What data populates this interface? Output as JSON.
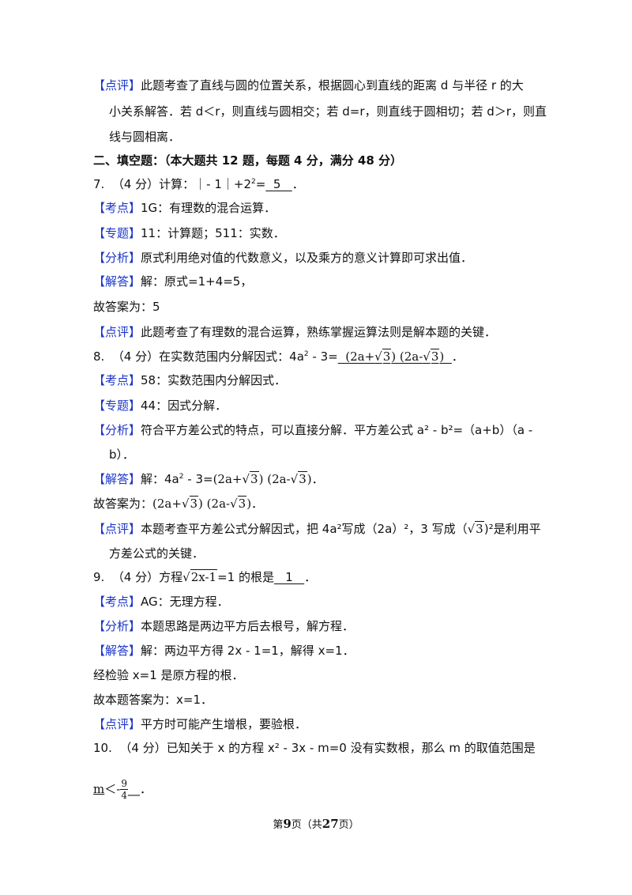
{
  "labels": {
    "comment": "【点评】",
    "point": "【考点】",
    "topic": "【专题】",
    "analysis": "【分析】",
    "solution": "【解答】"
  },
  "prev": {
    "comment_l1": "此题考查了直线与圆的位置关系，根据圆心到直线的距离 d 与半径 r 的大",
    "comment_l2": "小关系解答．若 d＜r，则直线与圆相交；若 d=r，则直线于圆相切；若 d＞r，则直",
    "comment_l3": "线与圆相离．"
  },
  "section_heading": "二、填空题：（本大题共 12 题，每题 4 分，满分 48 分）",
  "q7": {
    "stem_a": "7.  （4 分）计算：｜- 1｜+2",
    "stem_sup": "2",
    "stem_b": "=",
    "answer": "  5   ",
    "stem_end": "．",
    "point": "1G：有理数的混合运算．",
    "topic": "11：计算题；511：实数．",
    "analysis": "原式利用绝对值的代数意义，以及乘方的意义计算即可求出值．",
    "solution": "解：原式=1+4=5，",
    "final": "故答案为：5",
    "comment": "此题考查了有理数的混合运算，熟练掌握运算法则是解本题的关键．"
  },
  "q8": {
    "stem_a": "8.  （4 分）在实数范围内分解因式：4a",
    "stem_sup": "2",
    "stem_b": " - 3=",
    "ans_open": "  (2a+",
    "ans_mid": ") (2a-",
    "ans_close": ")  ",
    "radicand": "3",
    "stem_end": "．",
    "point": "58：实数范围内分解因式．",
    "topic": "44：因式分解．",
    "analysis_l1": "符合平方差公式的特点，可以直接分解．平方差公式 a² - b²=（a+b）（a -",
    "analysis_l2": "b）．",
    "solution_a": "解：4a",
    "solution_sup": "2",
    "solution_b": " - 3=",
    "sol_open": "(2a+",
    "sol_mid": ") (2a-",
    "sol_close": ")",
    "final_a": "故答案为：",
    "final_open": "(2a+",
    "final_mid": ") (2a-",
    "final_close": ")",
    "comment_a": "本题考查平方差公式分解因式，把 4a²写成（2a）²，3 写成（",
    "comment_b": ")²是利用平",
    "comment_l2": "方差公式的关键．"
  },
  "q9": {
    "stem_a": "9.  （4 分）方程",
    "radicand": "2x-1",
    "stem_b": "=1 的根是",
    "answer": "   1   ",
    "stem_end": "．",
    "point": "AG：无理方程．",
    "analysis": "本题思路是两边平方后去根号，解方程．",
    "solution": "解：两边平方得 2x - 1=1，解得 x=1．",
    "check": "经检验 x=1 是原方程的根．",
    "final": "故本题答案为：x=1．",
    "comment": "平方时可能产生增根，要验根．"
  },
  "q10": {
    "stem": "10.  （4 分）已知关于 x 的方程 x² - 3x - m=0 没有实数根，那么 m 的取值范围是",
    "ans_m": "m",
    "ans_lt": "＜-",
    "frac_num": "9",
    "frac_den": "4",
    "ans_tail": "__．"
  },
  "footer": {
    "a": "第",
    "page": "9",
    "b": "页（共",
    "total": "27",
    "c": "页）"
  }
}
